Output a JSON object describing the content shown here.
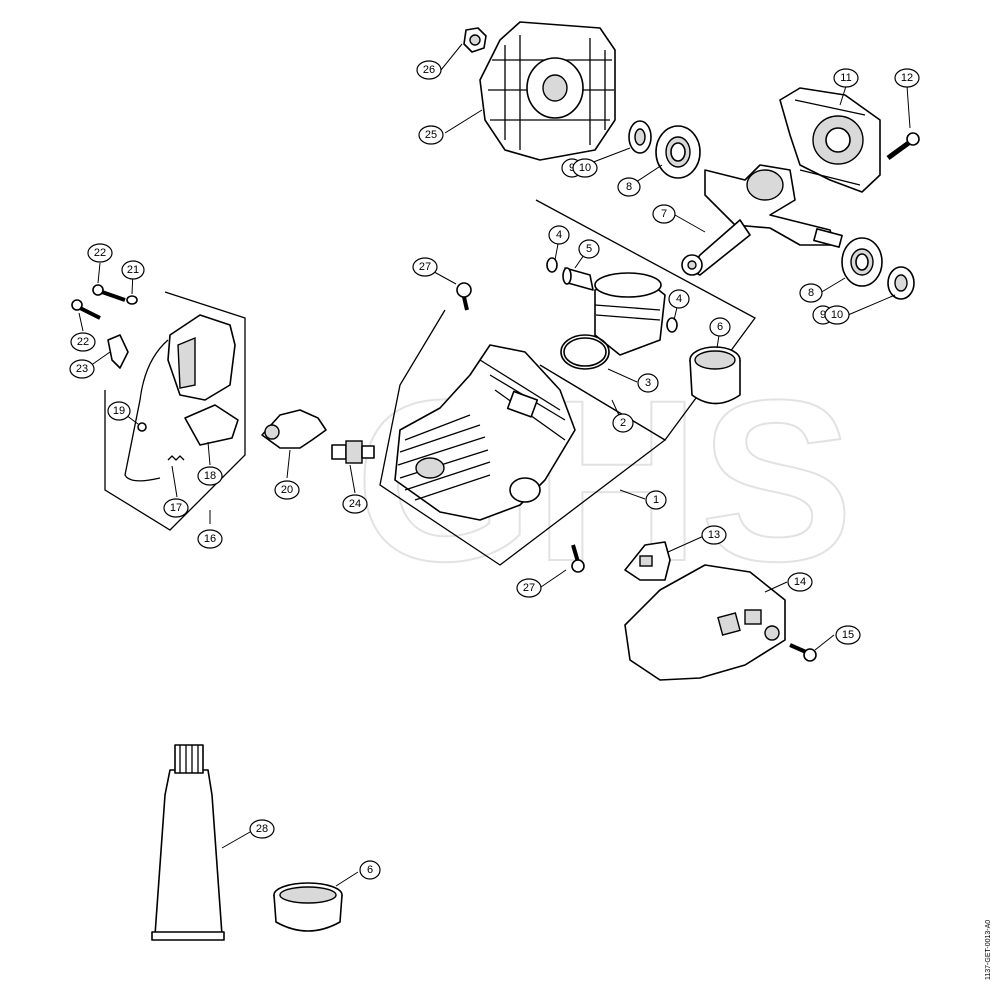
{
  "watermark": "GHS",
  "drawing_ref": "1137-GET-0013-A0",
  "callouts": [
    {
      "id": "c1",
      "label": "1"
    },
    {
      "id": "c2",
      "label": "2"
    },
    {
      "id": "c3",
      "label": "3"
    },
    {
      "id": "c4a",
      "label": "4"
    },
    {
      "id": "c4b",
      "label": "4"
    },
    {
      "id": "c5",
      "label": "5"
    },
    {
      "id": "c6a",
      "label": "6"
    },
    {
      "id": "c6b",
      "label": "6"
    },
    {
      "id": "c7",
      "label": "7"
    },
    {
      "id": "c8a",
      "label": "8"
    },
    {
      "id": "c8b",
      "label": "8"
    },
    {
      "id": "c9a",
      "label": "9"
    },
    {
      "id": "c9b",
      "label": "9"
    },
    {
      "id": "c10a",
      "label": "10"
    },
    {
      "id": "c10b",
      "label": "10"
    },
    {
      "id": "c11",
      "label": "11"
    },
    {
      "id": "c12",
      "label": "12"
    },
    {
      "id": "c13",
      "label": "13"
    },
    {
      "id": "c14",
      "label": "14"
    },
    {
      "id": "c15",
      "label": "15"
    },
    {
      "id": "c16",
      "label": "16"
    },
    {
      "id": "c17",
      "label": "17"
    },
    {
      "id": "c18",
      "label": "18"
    },
    {
      "id": "c19",
      "label": "19"
    },
    {
      "id": "c20",
      "label": "20"
    },
    {
      "id": "c21",
      "label": "21"
    },
    {
      "id": "c22a",
      "label": "22"
    },
    {
      "id": "c22b",
      "label": "22"
    },
    {
      "id": "c23",
      "label": "23"
    },
    {
      "id": "c24",
      "label": "24"
    },
    {
      "id": "c25",
      "label": "25"
    },
    {
      "id": "c26",
      "label": "26"
    },
    {
      "id": "c27a",
      "label": "27"
    },
    {
      "id": "c27b",
      "label": "27"
    },
    {
      "id": "c28",
      "label": "28"
    }
  ]
}
